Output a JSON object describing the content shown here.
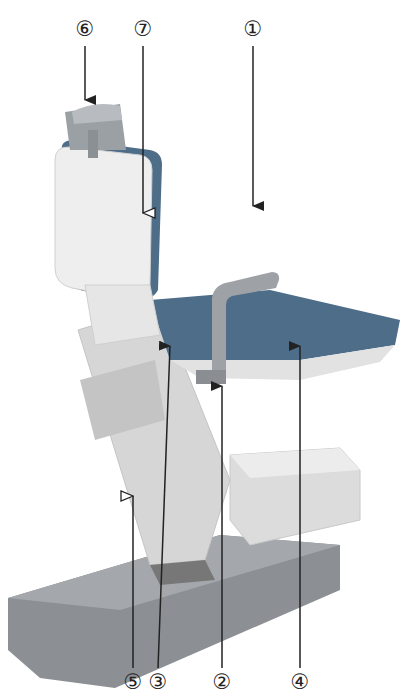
{
  "diagram": {
    "labels": [
      "⑥",
      "⑦",
      "①",
      "⑤",
      "③",
      "②",
      "④"
    ]
  }
}
